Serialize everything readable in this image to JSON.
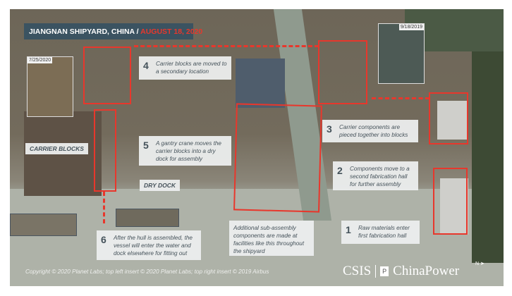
{
  "title": {
    "place": "JIANGNAN SHIPYARD, CHINA / ",
    "date": "AUGUST 18, 2020"
  },
  "insets": [
    {
      "date": "7/25/2020"
    },
    {
      "date": "9/18/2019"
    }
  ],
  "labels": {
    "carrier_blocks": "CARRIER BLOCKS",
    "dry_dock": "DRY DOCK"
  },
  "callouts": [
    {
      "num": "1",
      "text": "Raw materials enter first fabrication hall"
    },
    {
      "num": "2",
      "text": "Components move to a second fabrication hall for further assembly"
    },
    {
      "num": "3",
      "text": "Carrier components are pieced together into blocks"
    },
    {
      "num": "4",
      "text": "Carrier blocks are moved to a secondary location"
    },
    {
      "num": "5",
      "text": "A gantry crane moves the carrier blocks into a dry dock for assembly"
    },
    {
      "num": "6",
      "text": "After the hull is assembled, the vessel will enter the water and dock elsewhere for fitting out"
    }
  ],
  "note": "Additional sub-assembly components are made at facilities like this throughout the shipyard",
  "copyright": "Copyright © 2020 Planet Labs; top left insert © 2020 Planet Labs; top right insert © 2019 Airbus",
  "logo": {
    "csis": "CSIS",
    "chinapower": "ChinaPower",
    "north": "N"
  },
  "colors": {
    "accent": "#e8372c",
    "title_bg": "#3b5361"
  }
}
